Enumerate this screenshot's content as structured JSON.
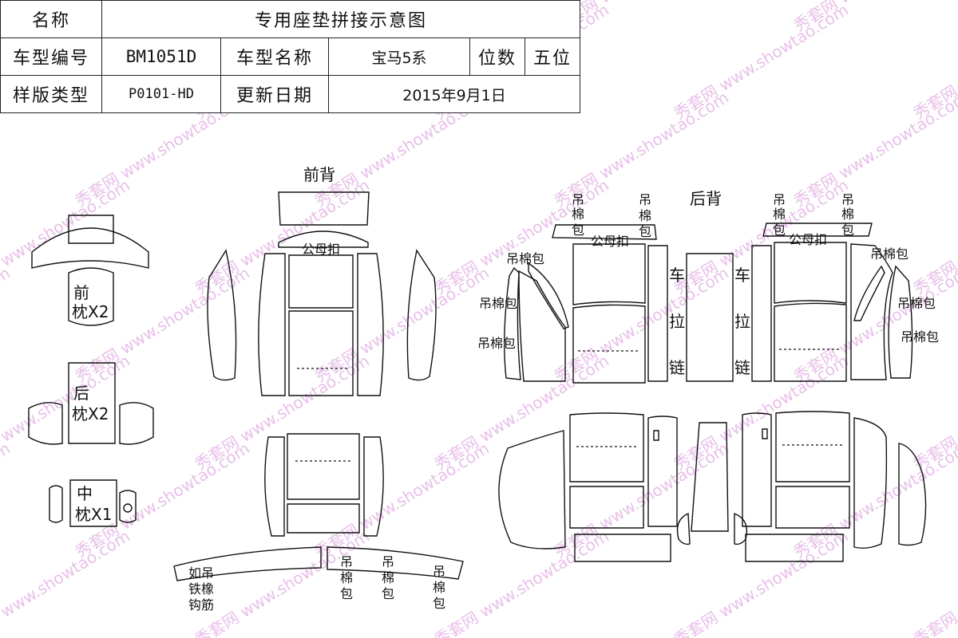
{
  "colors": {
    "line": "#111111",
    "watermark": "#e7c0e9",
    "background": "#ffffff"
  },
  "info": {
    "name_label": "名称",
    "name_value": "专用座垫拼接示意图",
    "model_code_label": "车型编号",
    "model_code_value": "BM1051D",
    "model_name_label": "车型名称",
    "model_name_value": "宝马5系",
    "seats_label": "位数",
    "seats_value": "五位",
    "template_label": "样版类型",
    "template_value": "P0101-HD",
    "update_label": "更新日期",
    "update_value": "2015年9月1日"
  },
  "labels": {
    "front_back": "前背",
    "rear_back": "后背",
    "snap": "公母扣",
    "hang_pad": "吊棉包",
    "hang": "吊",
    "cotton": "棉",
    "bag": "包",
    "car": "车",
    "pull": "拉",
    "chain": "链",
    "front_pillow_1": "前",
    "front_pillow_2": "枕X2",
    "rear_pillow_1": "后",
    "rear_pillow_2": "枕X2",
    "mid_pillow_1": "中",
    "mid_pillow_2": "枕X1",
    "note_1": "如吊",
    "note_2": "铁橡",
    "note_3": "钩筋"
  },
  "watermark": {
    "text_cn": "秀套网",
    "text_en": "www.showtao.com"
  }
}
